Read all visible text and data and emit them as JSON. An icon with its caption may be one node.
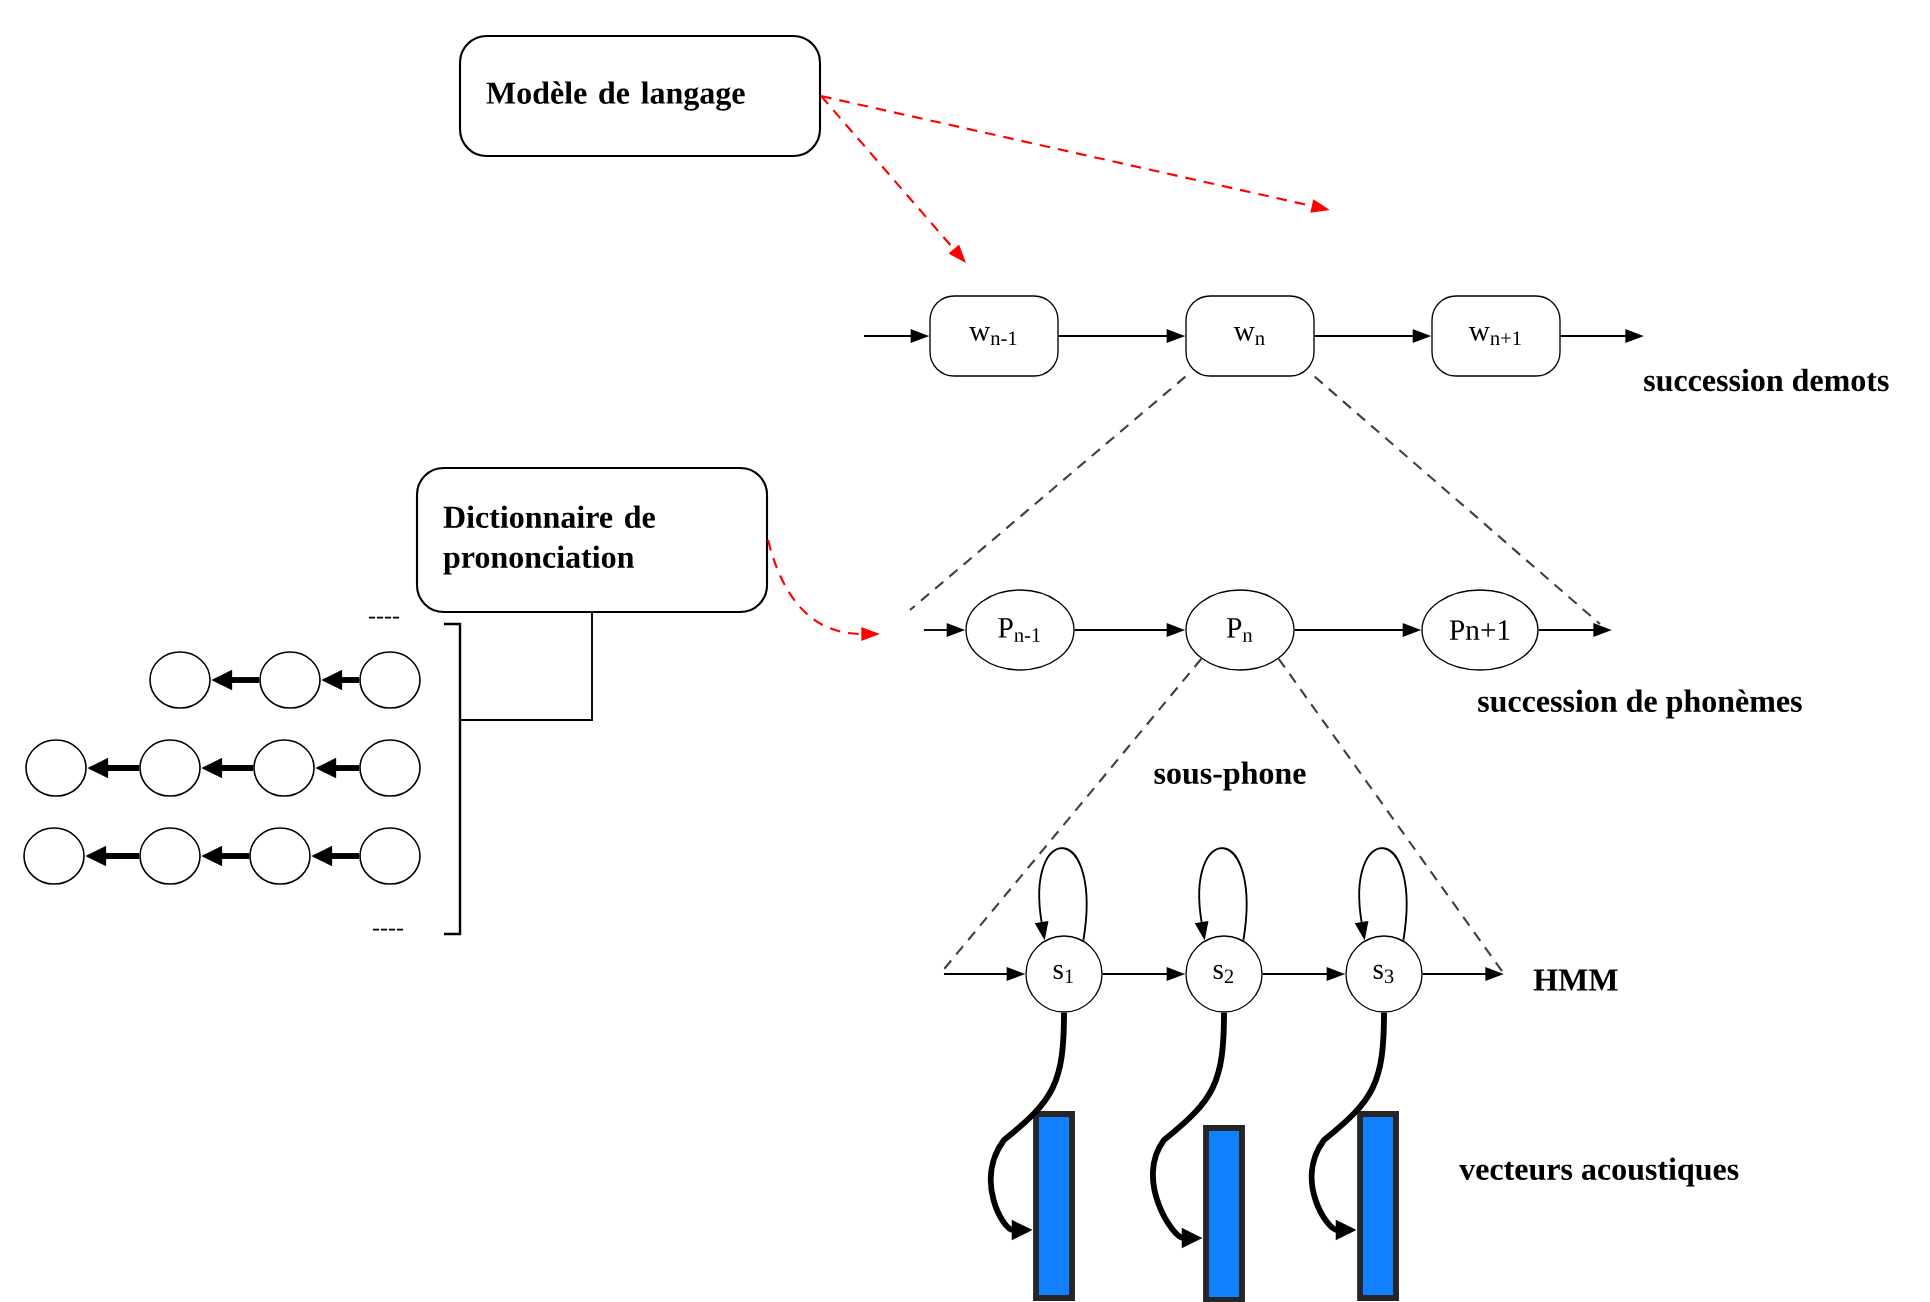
{
  "diagram": {
    "nodes": [
      {
        "text": [
          "Modèle de langage"
        ]
      },
      {
        "text": [
          "w$_{n-1}$"
        ]
      },
      {
        "text": [
          "w$_{n}$"
        ]
      },
      {
        "text": [
          "w$_{n+1}$"
        ]
      },
      {
        "text": [
          "Dictionnaire de prononciation"
        ]
      },
      {
        "text": [
          "P$_{n-1}$"
        ]
      },
      {
        "text": [
          "P$_{n}$"
        ]
      },
      {
        "text": [
          "Pn+1"
        ]
      },
      {
        "text": [
          "s$_{1}$"
        ]
      },
      {
        "text": [
          "s$_{2}$"
        ]
      },
      {
        "text": [
          "s$_{3}$"
        ]
      },
      {
        "text": [],
        "shape": "bar"
      },
      {
        "text": [],
        "shape": "bar"
      },
      {
        "text": [],
        "shape": "bar"
      },
      {
        "text": [],
        "shape": "circle"
      },
      {
        "text": [],
        "shape": "circle"
      },
      {
        "text": [],
        "shape": "circle"
      },
      {
        "text": [],
        "shape": "circle"
      },
      {
        "text": [],
        "shape": "circle"
      },
      {
        "text": [],
        "shape": "circle"
      },
      {
        "text": [],
        "shape": "circle"
      },
      {
        "text": [],
        "shape": "circle"
      },
      {
        "text": [],
        "shape": "circle"
      },
      {
        "text": [],
        "shape": "circle"
      },
      {
        "text": [],
        "shape": "circle"
      }
    ],
    "edges": [
      {
        "from": 0,
        "to": 1,
        "arrow": "to",
        "style": "dashed",
        "color": "#ff0000"
      },
      {
        "from": 0,
        "to": null,
        "arrow": "to",
        "style": "dashed",
        "color": "#ff0000"
      },
      {
        "from": null,
        "to": 1,
        "arrow": "to"
      },
      {
        "from": 1,
        "to": 2,
        "arrow": "to"
      },
      {
        "from": 2,
        "to": 3,
        "arrow": "to"
      },
      {
        "from": 3,
        "to": null,
        "arrow": "to"
      },
      {
        "from": 2,
        "to": null,
        "arrow": "none",
        "style": "dashed",
        "color": "#404040"
      },
      {
        "from": 2,
        "to": null,
        "arrow": "none",
        "style": "dashed",
        "color": "#404040"
      },
      {
        "from": 4,
        "to": null,
        "arrow": "to",
        "style": "dashed",
        "color": "#ff0000"
      },
      {
        "from": 4,
        "to": null,
        "arrow": "none"
      },
      {
        "from": null,
        "to": 5,
        "arrow": "to"
      },
      {
        "from": 5,
        "to": 6,
        "arrow": "to"
      },
      {
        "from": 6,
        "to": 7,
        "arrow": "to"
      },
      {
        "from": 7,
        "to": null,
        "arrow": "to"
      },
      {
        "from": 6,
        "to": null,
        "arrow": "none",
        "style": "dashed",
        "color": "#404040"
      },
      {
        "from": 6,
        "to": null,
        "arrow": "none",
        "style": "dashed",
        "color": "#404040"
      },
      {
        "from": null,
        "to": 8,
        "arrow": "to"
      },
      {
        "from": 8,
        "to": 9,
        "arrow": "to"
      },
      {
        "from": 9,
        "to": 10,
        "arrow": "to"
      },
      {
        "from": 10,
        "to": null,
        "arrow": "to"
      },
      {
        "from": 8,
        "to": 8,
        "arrow": "to"
      },
      {
        "from": 9,
        "to": 9,
        "arrow": "to"
      },
      {
        "from": 10,
        "to": 10,
        "arrow": "to"
      },
      {
        "from": 8,
        "to": 11,
        "arrow": "to",
        "style": "thick"
      },
      {
        "from": 9,
        "to": 12,
        "arrow": "to",
        "style": "thick"
      },
      {
        "from": 10,
        "to": 13,
        "arrow": "to",
        "style": "thick"
      },
      {
        "from": 16,
        "to": 15,
        "arrow": "to",
        "style": "thick"
      },
      {
        "from": 15,
        "to": 14,
        "arrow": "to",
        "style": "thick"
      },
      {
        "from": 20,
        "to": 19,
        "arrow": "to",
        "style": "thick"
      },
      {
        "from": 19,
        "to": 18,
        "arrow": "to",
        "style": "thick"
      },
      {
        "from": 18,
        "to": 17,
        "arrow": "to",
        "style": "thick"
      },
      {
        "from": 24,
        "to": 23,
        "arrow": "to",
        "style": "thick"
      },
      {
        "from": 23,
        "to": 22,
        "arrow": "to",
        "style": "thick"
      },
      {
        "from": 22,
        "to": 21,
        "arrow": "to",
        "style": "thick"
      }
    ],
    "labels": [
      "succession demots",
      "succession de phonèmes",
      "sous-phone",
      "HMM",
      "vecteurs acoustiques",
      "----",
      "----"
    ]
  }
}
